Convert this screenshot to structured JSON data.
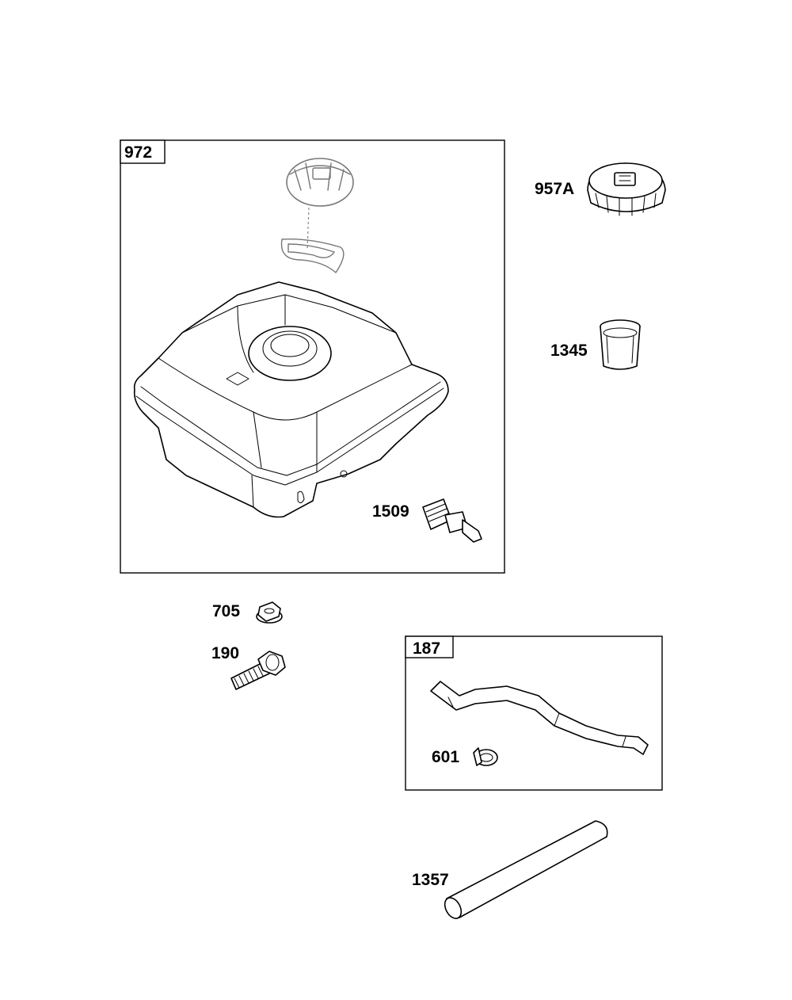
{
  "assemblies": [
    {
      "id": "fuel-tank-assembly",
      "number": "972"
    },
    {
      "id": "fuel-line-assembly",
      "number": "187"
    }
  ],
  "parts": [
    {
      "id": "fuel-cap",
      "number": "957A"
    },
    {
      "id": "fuel-strainer",
      "number": "1345"
    },
    {
      "id": "fuel-shutoff-valve",
      "number": "1509"
    },
    {
      "id": "flange-nut",
      "number": "705"
    },
    {
      "id": "flange-bolt",
      "number": "190"
    },
    {
      "id": "hose-clamp",
      "number": "601"
    },
    {
      "id": "sleeve",
      "number": "1357"
    }
  ]
}
